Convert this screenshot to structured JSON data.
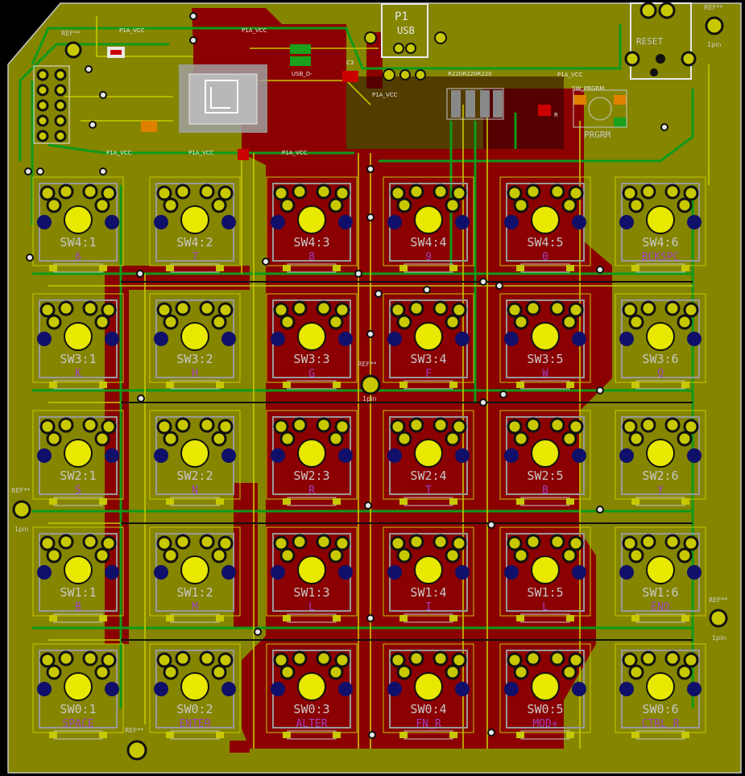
{
  "colors": {
    "board": "#858500",
    "copper_back": "#8b0000",
    "trace_green": "#0f9a1a",
    "trace_yellow": "#c8c800",
    "edge": "#c8c8c8",
    "pad_yellow": "#e8e800",
    "pad_dark": "#10106a",
    "magenta": "#a030b0"
  },
  "labels": {
    "usb": "P1",
    "usb_sub": "USB",
    "reset": "RESET",
    "prgrm": "PRGRM",
    "prgrm_top": "SW_PRGRM",
    "vcc": "P1A_VCC",
    "r220": "R220R220R220",
    "ref": "REF**",
    "pin": "1pin",
    "r_label": "R",
    "usb_d": "USB_D-",
    "c3": "C3"
  },
  "keys": [
    {
      "name": "SW4:1",
      "sub": "6"
    },
    {
      "name": "SW4:2",
      "sub": "7"
    },
    {
      "name": "SW4:3",
      "sub": "8"
    },
    {
      "name": "SW4:4",
      "sub": "9"
    },
    {
      "name": "SW4:5",
      "sub": "0"
    },
    {
      "name": "SW4:6",
      "sub": "BCKSPC"
    },
    {
      "name": "SW3:1",
      "sub": "K"
    },
    {
      "name": "SW3:2",
      "sub": "H"
    },
    {
      "name": "SW3:3",
      "sub": "G"
    },
    {
      "name": "SW3:4",
      "sub": "F"
    },
    {
      "name": "SW3:5",
      "sub": "W"
    },
    {
      "name": "SW3:6",
      "sub": "Q"
    },
    {
      "name": "SW2:1",
      "sub": "S"
    },
    {
      "name": "SW2:2",
      "sub": "N"
    },
    {
      "name": "SW2:3",
      "sub": "R"
    },
    {
      "name": "SW2:4",
      "sub": "T"
    },
    {
      "name": "SW2:5",
      "sub": "B"
    },
    {
      "name": "SW2:6",
      "sub": "Y"
    },
    {
      "name": "SW1:1",
      "sub": "B"
    },
    {
      "name": "SW1:2",
      "sub": "M"
    },
    {
      "name": "SW1:3",
      "sub": "L"
    },
    {
      "name": "SW1:4",
      "sub": "I"
    },
    {
      "name": "SW1:5",
      "sub": "L"
    },
    {
      "name": "SW1:6",
      "sub": "ENO"
    },
    {
      "name": "SW0:1",
      "sub": "SPACE"
    },
    {
      "name": "SW0:2",
      "sub": "ENTER"
    },
    {
      "name": "SW0:3",
      "sub": "ALTER"
    },
    {
      "name": "SW0:4",
      "sub": "FN_R"
    },
    {
      "name": "SW0:5",
      "sub": "MOD+"
    },
    {
      "name": "SW0:6",
      "sub": "CTRL_R"
    }
  ]
}
